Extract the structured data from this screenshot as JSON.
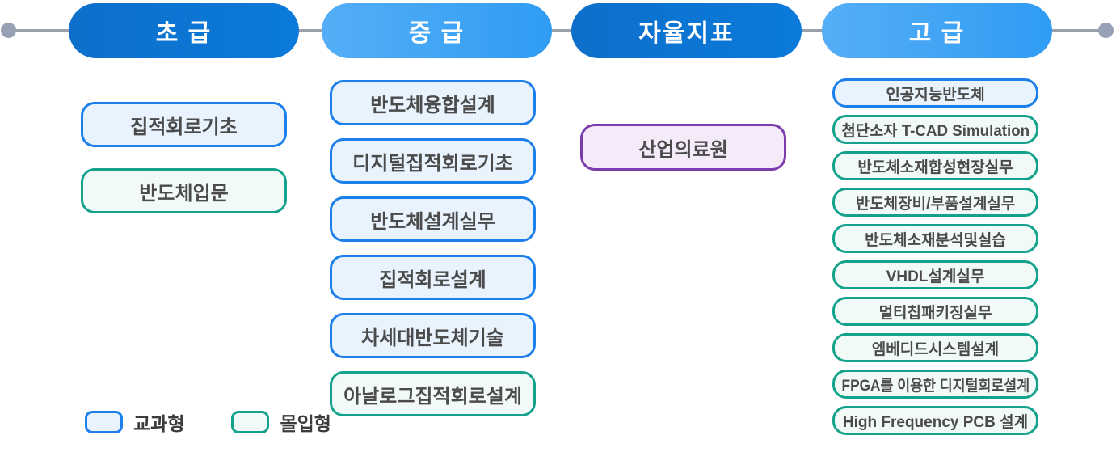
{
  "levels": [
    {
      "name": "초 급",
      "courses": [
        {
          "label": "집적회로기초",
          "category": "교과형"
        },
        {
          "label": "반도체입문",
          "category": "몰입형"
        }
      ]
    },
    {
      "name": "중 급",
      "courses": [
        {
          "label": "반도체융합설계",
          "category": "교과형"
        },
        {
          "label": "디지털집적회로기초",
          "category": "교과형"
        },
        {
          "label": "반도체설계실무",
          "category": "교과형"
        },
        {
          "label": "집적회로설계",
          "category": "교과형"
        },
        {
          "label": "차세대반도체기술",
          "category": "교과형"
        },
        {
          "label": "아날로그집적회로설계",
          "category": "몰입형"
        }
      ]
    },
    {
      "name": "자율지표",
      "courses": [
        {
          "label": "산업의료원",
          "category": "자율지표"
        }
      ]
    },
    {
      "name": "고 급",
      "courses": [
        {
          "label": "인공지능반도체",
          "category": "교과형"
        },
        {
          "label": "첨단소자 T-CAD Simulation",
          "category": "몰입형"
        },
        {
          "label": "반도체소재합성현장실무",
          "category": "몰입형"
        },
        {
          "label": "반도체장비/부품설계실무",
          "category": "몰입형"
        },
        {
          "label": "반도체소재분석및실습",
          "category": "몰입형"
        },
        {
          "label": "VHDL설계실무",
          "category": "몰입형"
        },
        {
          "label": "멀티칩패키징실무",
          "category": "몰입형"
        },
        {
          "label": "엠베디드시스템설계",
          "category": "몰입형"
        },
        {
          "label": "FPGA를 이용한 디지털회로설계",
          "category": "몰입형"
        },
        {
          "label": "High Frequency PCB 설계",
          "category": "몰입형"
        }
      ]
    }
  ],
  "legend": {
    "items": [
      {
        "label": "교과형"
      },
      {
        "label": "몰입형"
      }
    ]
  },
  "colors": {
    "header_dark_blue": "#0b76d8",
    "header_light_blue": "#42a9f5",
    "curriculum_border": "#1d80ea",
    "curriculum_fill": "#e8f3fd",
    "immersive_border": "#14a28c",
    "immersive_fill": "#f1faf7",
    "special_border": "#7c3cad",
    "special_fill": "#f5eaf9",
    "connector_gray": "#97a0b4"
  }
}
